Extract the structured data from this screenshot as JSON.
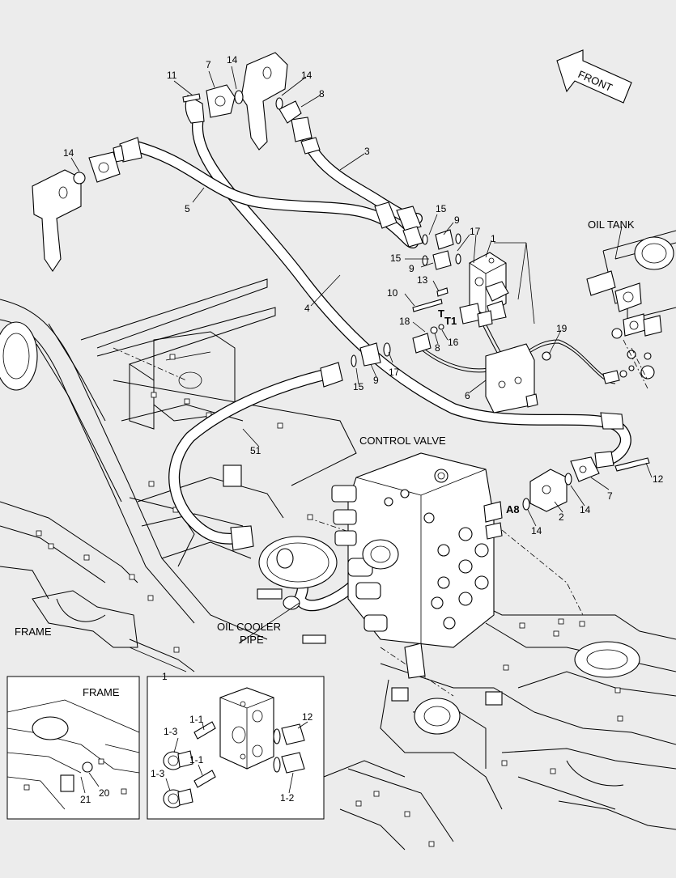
{
  "diagram": {
    "direction_label": "FRONT",
    "component_labels": {
      "oil_tank": "OIL TANK",
      "control_valve": "CONTROL VALVE",
      "frame": "FRAME",
      "oil_cooler_line1": "OIL COOLER",
      "oil_cooler_line2": "PIPE",
      "port_t": "T",
      "port_t1": "T1",
      "port_a8": "A8"
    },
    "callouts": {
      "c11": "11",
      "c7a": "7",
      "c14a": "14",
      "c14b": "14",
      "c8a": "8",
      "c14c": "14",
      "c3": "3",
      "c5": "5",
      "c15a": "15",
      "c9a": "9",
      "c17a": "17",
      "c1": "1",
      "c15b": "15",
      "c9b": "9",
      "c13": "13",
      "c10": "10",
      "c4": "4",
      "c18": "18",
      "c8b": "8",
      "c16": "16",
      "c19": "19",
      "c15c": "15",
      "c9c": "9",
      "c17b": "17",
      "c6": "6",
      "c51": "51",
      "c12": "12",
      "c7b": "7",
      "c14d": "14",
      "c2": "2",
      "c14e": "14"
    },
    "inset_right": {
      "title": "1",
      "labels": {
        "l11a": "1-1",
        "l13a": "1-3",
        "l11b": "1-1",
        "l13b": "1-3",
        "l12": "12",
        "l2": "1-2"
      }
    },
    "inset_left": {
      "title": "FRAME",
      "labels": {
        "l20": "20",
        "l21": "21"
      }
    }
  }
}
